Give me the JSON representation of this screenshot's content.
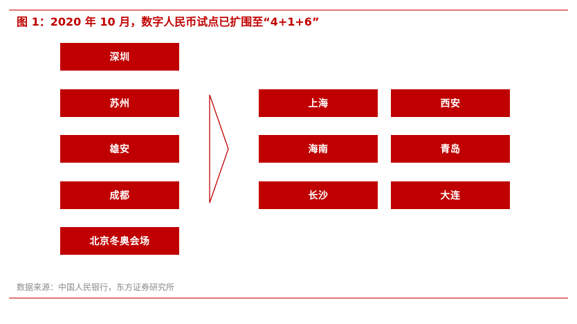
{
  "title": "图 1：2020 年 10 月，数字人民币试点已扩围至“4+1+6”",
  "left_cities": [
    "深圳",
    "苏州",
    "雄安",
    "成都",
    "北京冬奥会场"
  ],
  "right_cities": {
    "col1": [
      "上海",
      "海南",
      "长沙"
    ],
    "col2": [
      "西安",
      "青岛",
      "大连"
    ]
  },
  "source": "数据来源：中国人民银行，东方证券研究所",
  "colors": {
    "accent": "#c00000",
    "text_on_accent": "#ffffff",
    "muted": "#8c8c8c"
  },
  "icons": {
    "arrow": "chevron-right-icon"
  }
}
